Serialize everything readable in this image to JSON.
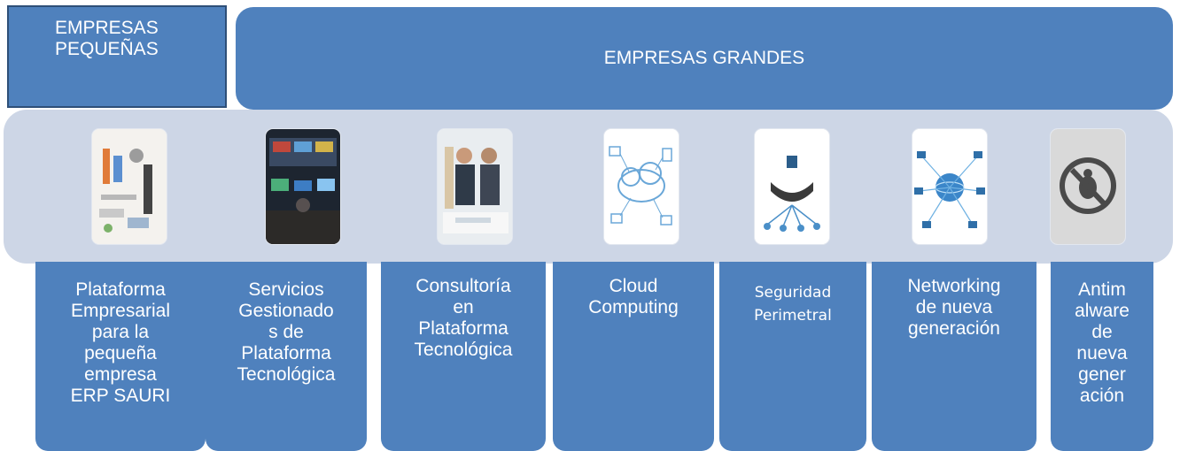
{
  "header": {
    "small_lines": [
      "EMPRESAS",
      "PEQUEÑAS"
    ],
    "large_title": "EMPRESAS GRANDES"
  },
  "images": [
    {
      "icon": "business-collage-image"
    },
    {
      "icon": "control-room-image"
    },
    {
      "icon": "business-meeting-image"
    },
    {
      "icon": "cloud-computing-diagram-image"
    },
    {
      "icon": "perimeter-security-image"
    },
    {
      "icon": "network-globe-image"
    },
    {
      "icon": "no-bug-antimalware-image"
    }
  ],
  "cards": [
    {
      "lines": [
        "Plataforma",
        "Empresarial",
        "para la",
        "pequeña",
        "empresa",
        "ERP SAURI"
      ]
    },
    {
      "lines": [
        "Servicios",
        "Gestionado",
        "s de",
        "Plataforma",
        "Tecnológica"
      ]
    },
    {
      "lines": [
        "Consultoría",
        "en",
        "Plataforma",
        "Tecnológica"
      ]
    },
    {
      "lines": [
        "Cloud",
        "Computing"
      ]
    },
    {
      "lines": [
        "Seguridad",
        "Perimetral"
      ]
    },
    {
      "lines": [
        "Networking",
        "de nueva",
        "generación"
      ]
    },
    {
      "lines": [
        "Antim",
        "alware",
        "de",
        "nueva",
        "gener",
        "ación"
      ]
    }
  ],
  "colors": {
    "box_fill": "#4f81bd",
    "band_fill": "#cdd6e6",
    "text": "#ffffff"
  }
}
